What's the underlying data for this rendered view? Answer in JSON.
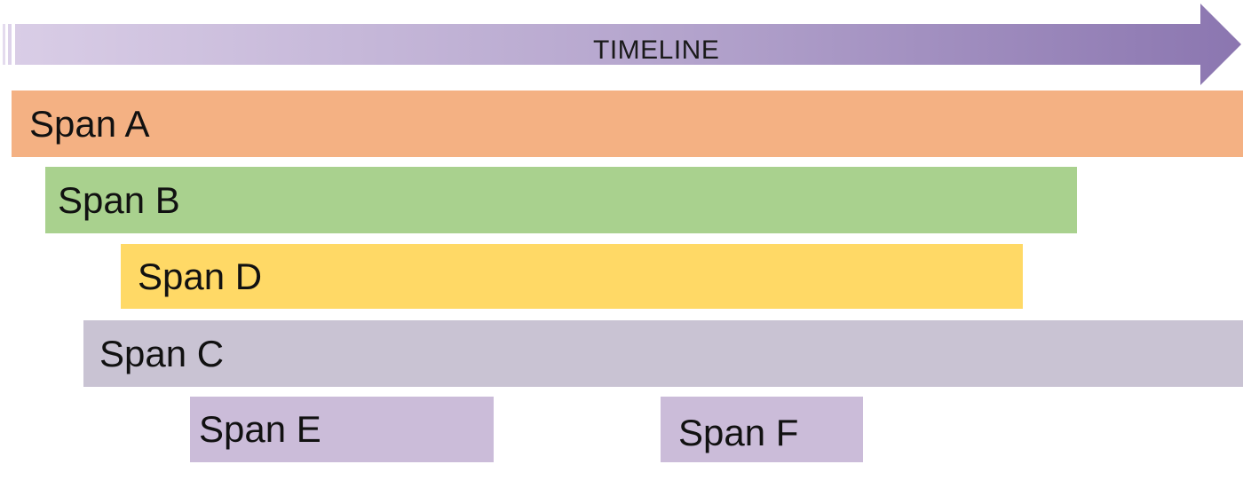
{
  "timeline": {
    "label": "TIMELINE",
    "colors": {
      "start": "#d9cde6",
      "end": "#8b76b0"
    }
  },
  "spans": [
    {
      "id": "span-a",
      "label": "Span A",
      "color": "#f4b183"
    },
    {
      "id": "span-b",
      "label": "Span B",
      "color": "#a9d18e"
    },
    {
      "id": "span-d",
      "label": "Span D",
      "color": "#ffd966"
    },
    {
      "id": "span-c",
      "label": "Span C",
      "color": "#c9c3d3"
    },
    {
      "id": "span-e",
      "label": "Span E",
      "color": "#cbbcd9"
    },
    {
      "id": "span-f",
      "label": "Span F",
      "color": "#cbbcd9"
    }
  ]
}
